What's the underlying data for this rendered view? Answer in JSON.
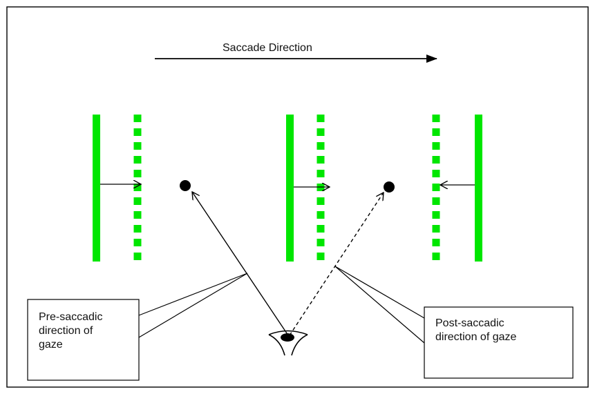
{
  "diagram": {
    "title": "Saccade Direction",
    "callouts": {
      "pre": "Pre-saccadic\ndirection of\ngaze",
      "post": "Post-saccadic\ndirection of gaze"
    },
    "colors": {
      "bar": "#00e600",
      "ink": "#000000",
      "background": "#ffffff"
    },
    "icons": [
      "eye-icon",
      "target-dot",
      "arrow"
    ]
  }
}
